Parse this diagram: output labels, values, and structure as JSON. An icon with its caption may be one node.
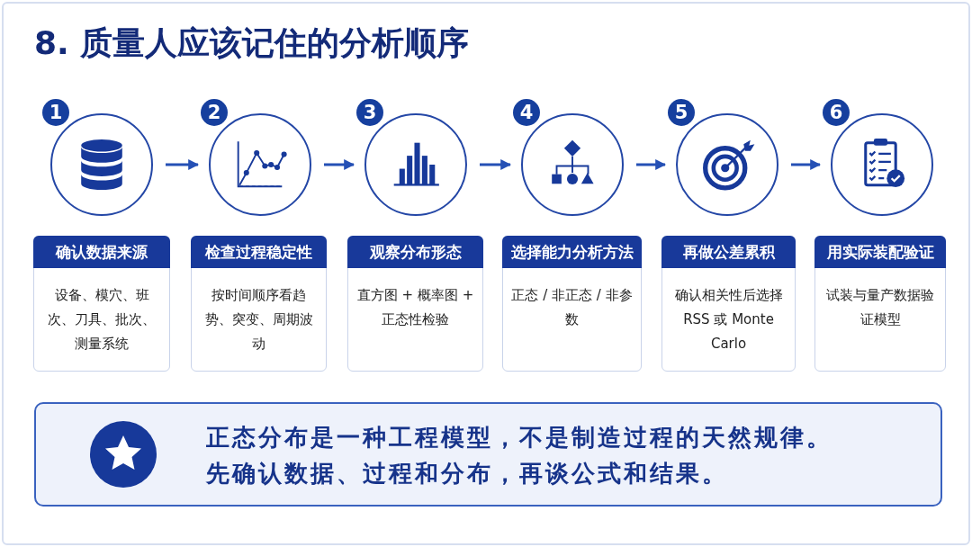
{
  "diagram": {
    "title": "8. 质量人应该记住的分析顺序",
    "nodes": [
      {
        "text": [],
        "shape": "circle",
        "beside": [
          "1"
        ]
      },
      {
        "text": [],
        "shape": "circle",
        "beside": [
          "2"
        ]
      },
      {
        "text": [],
        "shape": "circle",
        "beside": [
          "3"
        ]
      },
      {
        "text": [],
        "shape": "circle",
        "beside": [
          "4"
        ]
      },
      {
        "text": [],
        "shape": "circle",
        "beside": [
          "5"
        ]
      },
      {
        "text": [],
        "shape": "circle",
        "beside": [
          "6"
        ]
      },
      {
        "text": [
          "确认数据来源",
          "设备、模穴、班次、刀具、批次、测量系统"
        ]
      },
      {
        "text": [
          "检查过程稳定性",
          "按时间顺序看趋势、突变、周期波动"
        ]
      },
      {
        "text": [
          "观察分布形态",
          "直方图 + 概率图 + 正态性检验"
        ]
      },
      {
        "text": [
          "选择能力分析方法",
          "正态 / 非正态 / 非参数"
        ]
      },
      {
        "text": [
          "再做公差累积",
          "确认相关性后选择 RSS 或 Monte Carlo"
        ]
      },
      {
        "text": [
          "用实际装配验证",
          "试装与量产数据验证模型"
        ]
      },
      {
        "text": [
          "正态分布是一种工程模型，不是制造过程的天然规律。",
          "先确认数据、过程和分布，再谈公式和结果。"
        ]
      }
    ],
    "edges": [
      {
        "from": 0,
        "to": 1,
        "arrow": "to"
      },
      {
        "from": 1,
        "to": 2,
        "arrow": "to"
      },
      {
        "from": 2,
        "to": 3,
        "arrow": "to"
      },
      {
        "from": 3,
        "to": 4,
        "arrow": "to"
      },
      {
        "from": 4,
        "to": 5,
        "arrow": "to"
      }
    ]
  }
}
